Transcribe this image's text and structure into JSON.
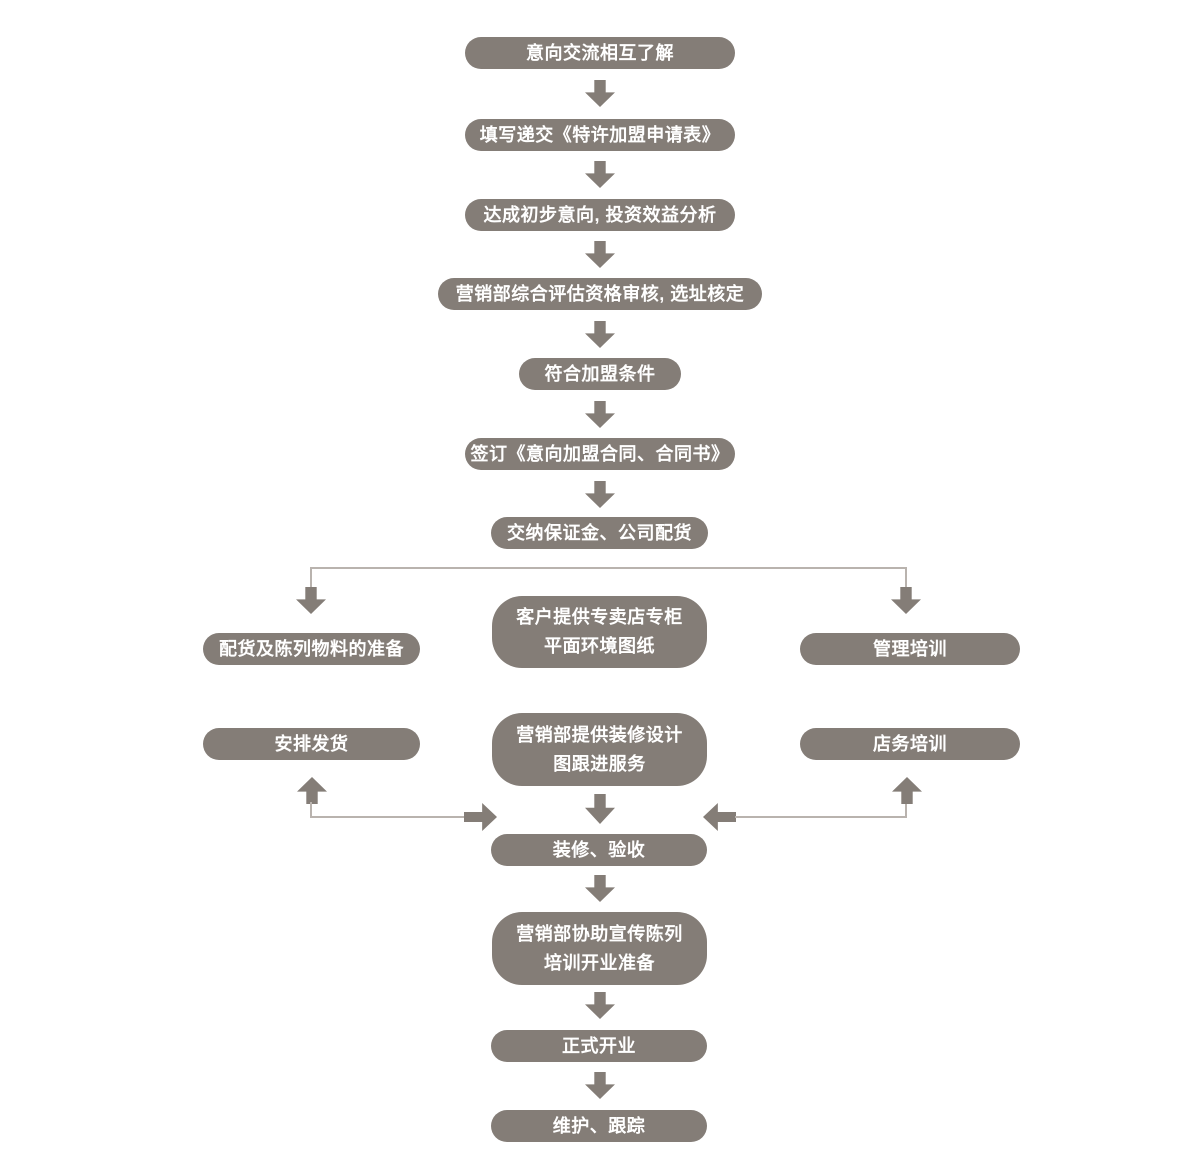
{
  "flowchart": {
    "colors": {
      "node_fill": "#847d77",
      "arrow_fill": "#847d77",
      "connector_line": "#b9b3ae",
      "node_text": "#ffffff",
      "background": "#ffffff"
    },
    "main_sequence": [
      {
        "label": "意向交流相互了解"
      },
      {
        "label": "填写递交《特许加盟申请表》"
      },
      {
        "label": "达成初步意向, 投资效益分析"
      },
      {
        "label": "营销部综合评估资格审核, 选址核定"
      },
      {
        "label": "符合加盟条件"
      },
      {
        "label": "签订《意向加盟合同、合同书》"
      },
      {
        "label": "交纳保证金、公司配货"
      }
    ],
    "branches": {
      "left": [
        {
          "label": "配货及陈列物料的准备"
        },
        {
          "label": "安排发货"
        }
      ],
      "center": [
        {
          "label": "客户提供专卖店专柜\n平面环境图纸"
        },
        {
          "label": "营销部提供装修设计\n图跟进服务"
        }
      ],
      "right": [
        {
          "label": "管理培训"
        },
        {
          "label": "店务培训"
        }
      ]
    },
    "final_sequence": [
      {
        "label": "装修、验收"
      },
      {
        "label": "营销部协助宣传陈列\n培训开业准备"
      },
      {
        "label": "正式开业"
      },
      {
        "label": "维护、跟踪"
      }
    ],
    "edges": [
      "意向交流相互了解 → 填写递交《特许加盟申请表》",
      "填写递交《特许加盟申请表》 → 达成初步意向, 投资效益分析",
      "达成初步意向, 投资效益分析 → 营销部综合评估资格审核, 选址核定",
      "营销部综合评估资格审核, 选址核定 → 符合加盟条件",
      "符合加盟条件 → 签订《意向加盟合同、合同书》",
      "签订《意向加盟合同、合同书》 → 交纳保证金、公司配货",
      "交纳保证金、公司配货 → 配货及陈列物料的准备",
      "交纳保证金、公司配货 → 客户提供专卖店专柜平面环境图纸",
      "交纳保证金、公司配货 → 管理培训",
      "装修、验收 ↔ 安排发货",
      "营销部提供装修设计图跟进服务 → 装修、验收",
      "装修、验收 ↔ 店务培训",
      "装修、验收 → 营销部协助宣传陈列培训开业准备",
      "营销部协助宣传陈列培训开业准备 → 正式开业",
      "正式开业 → 维护、跟踪"
    ]
  }
}
